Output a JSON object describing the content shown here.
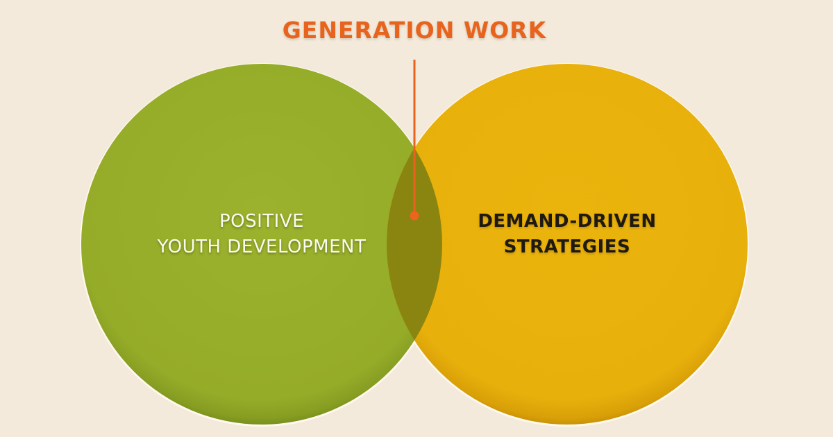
{
  "title": "GENERATION WORK",
  "colors": {
    "background": "#f3eadb",
    "title": "#e8641e",
    "left_circle": "#97ae2b",
    "right_circle": "#e9b20c",
    "overlap": "#8a8511",
    "pointer": "#e8641e",
    "left_label_text": "#fbfbf0",
    "right_label_text": "#1e1a12"
  },
  "circles": [
    {
      "id": "left",
      "line1": "POSITIVE",
      "line2": "YOUTH DEVELOPMENT"
    },
    {
      "id": "right",
      "line1": "DEMAND-DRIVEN",
      "line2": "STRATEGIES"
    }
  ],
  "intersection": {
    "label_ref": "GENERATION WORK",
    "pointer": "pointer-line-with-dot"
  }
}
